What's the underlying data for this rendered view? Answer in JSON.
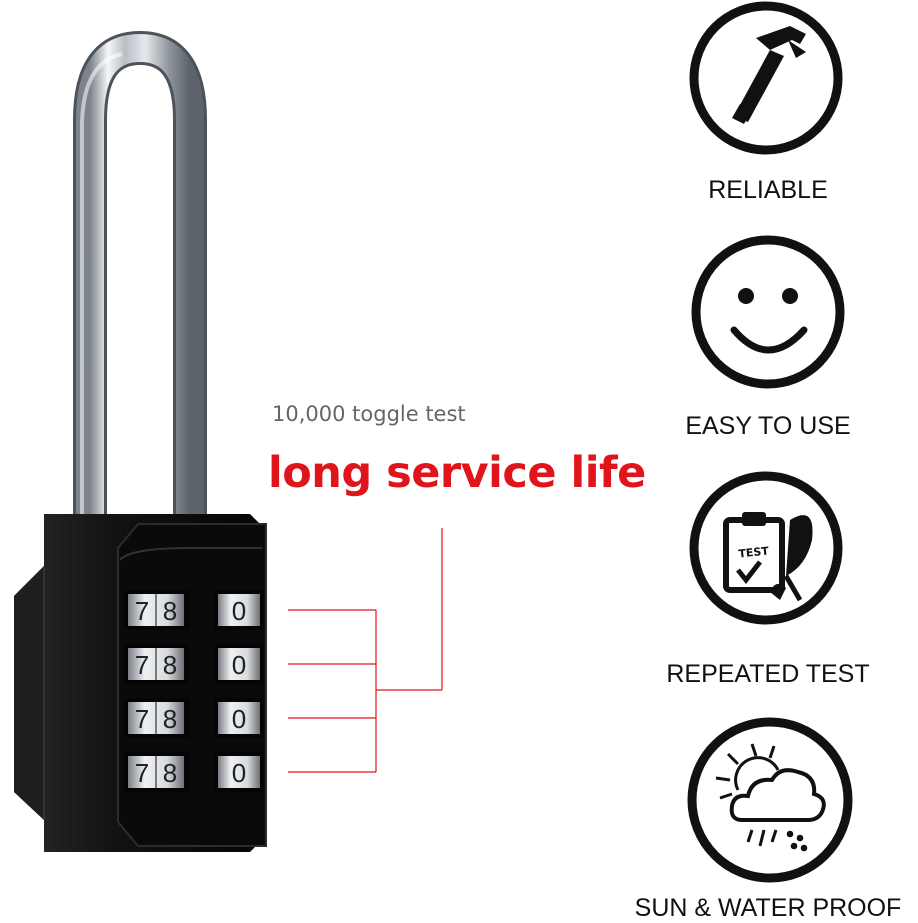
{
  "headline": {
    "toggle_test": "10,000 toggle test",
    "service_life": "long service life"
  },
  "features": [
    {
      "label": "RELIABLE",
      "icon": "hammer-icon"
    },
    {
      "label": "EASY TO USE",
      "icon": "smiley-face-icon"
    },
    {
      "label": "REPEATED TEST",
      "icon": "test-clipboard-icon"
    },
    {
      "label": "SUN & WATER PROOF",
      "icon": "sun-cloud-rain-icon"
    }
  ],
  "lock": {
    "dial_rows": [
      {
        "d1": "7",
        "d2": "8",
        "d3": "0"
      },
      {
        "d1": "7",
        "d2": "8",
        "d3": "0"
      },
      {
        "d1": "7",
        "d2": "8",
        "d3": "0"
      },
      {
        "d1": "7",
        "d2": "8",
        "d3": "0"
      }
    ]
  },
  "colors": {
    "accent_red": "#e0141b",
    "lock_body": "#141414",
    "shackle": "#c8ccd2",
    "icon_stroke": "#111111"
  },
  "test_tag": "TEST"
}
